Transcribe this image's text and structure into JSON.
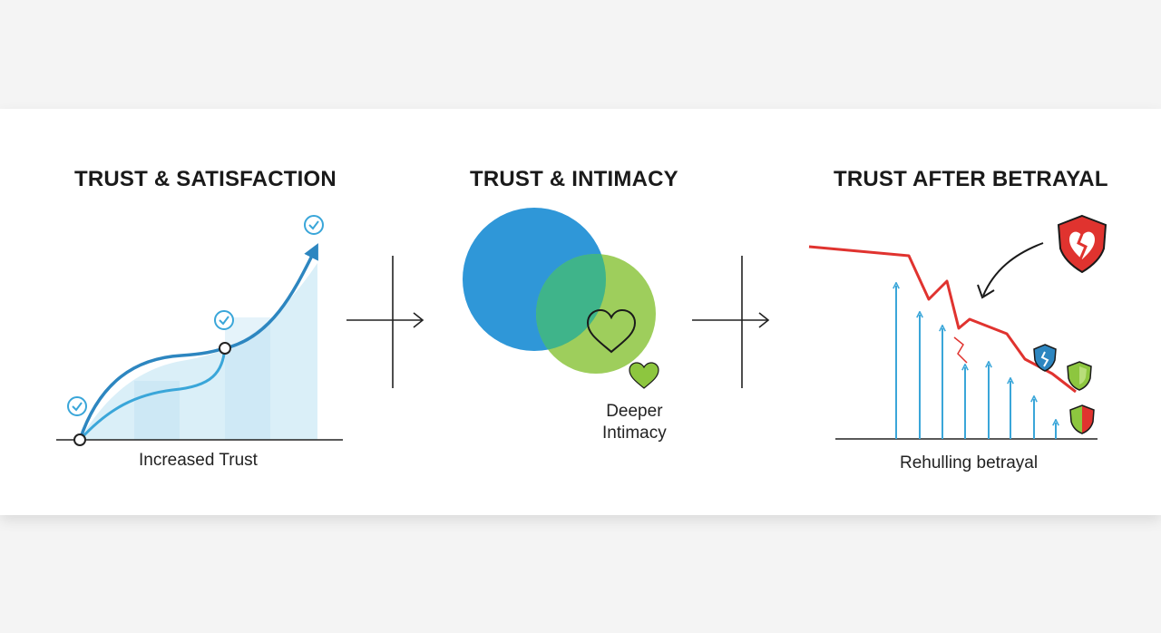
{
  "panels": [
    {
      "title": "TRUST & SATISFACTION",
      "caption": "Increased Trust"
    },
    {
      "title": "TRUST & INTIMACY",
      "caption": "Deeper\nIntimacy"
    },
    {
      "title": "TRUST AFTER BETRAYAL",
      "caption": "Rehulling betrayal"
    }
  ],
  "colors": {
    "blue": "#2f97d8",
    "green": "#8dc63f",
    "red": "#e0332f",
    "navy": "#2d86c0",
    "overlap": "#3fb48a"
  },
  "icons": [
    "check-circle-icon",
    "heart-icon",
    "broken-heart-shield-icon",
    "shield-icon"
  ]
}
